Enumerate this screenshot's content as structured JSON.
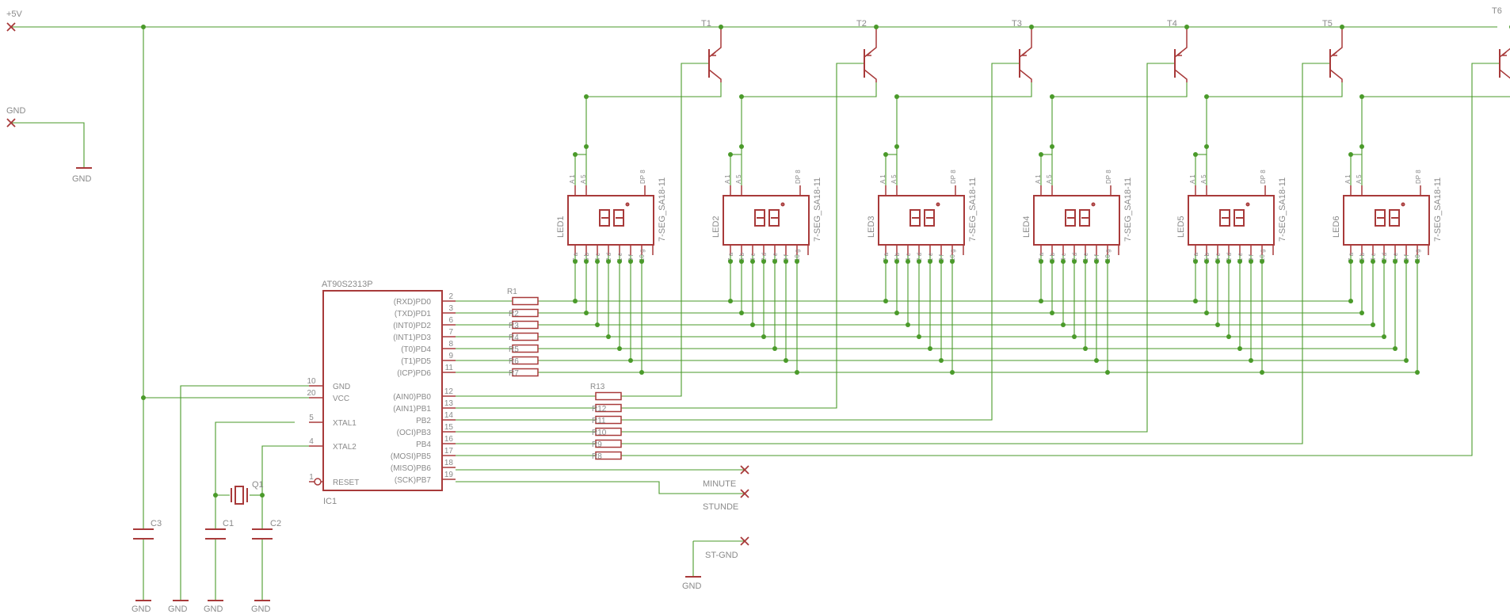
{
  "supply": {
    "vcc_label": "+5V",
    "gnd_label": "GND",
    "st_gnd_label": "ST-GND"
  },
  "mcu": {
    "name": "AT90S2313P",
    "ref": "IC1",
    "pins_right": [
      {
        "num": "2",
        "name": "(RXD)PD0"
      },
      {
        "num": "3",
        "name": "(TXD)PD1"
      },
      {
        "num": "6",
        "name": "(INT0)PD2"
      },
      {
        "num": "7",
        "name": "(INT1)PD3"
      },
      {
        "num": "8",
        "name": "(T0)PD4"
      },
      {
        "num": "9",
        "name": "(T1)PD5"
      },
      {
        "num": "11",
        "name": "(ICP)PD6"
      },
      {
        "num": "12",
        "name": "(AIN0)PB0"
      },
      {
        "num": "13",
        "name": "(AIN1)PB1"
      },
      {
        "num": "14",
        "name": "PB2"
      },
      {
        "num": "15",
        "name": "(OCI)PB3"
      },
      {
        "num": "16",
        "name": "PB4"
      },
      {
        "num": "17",
        "name": "(MOSI)PB5"
      },
      {
        "num": "18",
        "name": "(MISO)PB6"
      },
      {
        "num": "19",
        "name": "(SCK)PB7"
      }
    ],
    "pins_left": [
      {
        "num": "10",
        "name": "GND"
      },
      {
        "num": "20",
        "name": "VCC"
      },
      {
        "num": "5",
        "name": "XTAL1"
      },
      {
        "num": "4",
        "name": "XTAL2"
      },
      {
        "num": "1",
        "name": "RESET"
      }
    ]
  },
  "resistors_segment": [
    "R1",
    "R2",
    "R3",
    "R4",
    "R5",
    "R6",
    "R7"
  ],
  "resistors_digit": [
    "R13",
    "R12",
    "R11",
    "R10",
    "R9",
    "R8"
  ],
  "transistors": [
    "T1",
    "T2",
    "T3",
    "T4",
    "T5",
    "T6"
  ],
  "displays": [
    "LED1",
    "LED2",
    "LED3",
    "LED4",
    "LED5",
    "LED6"
  ],
  "display_value": "7-SEG_SA18-11",
  "display_pins": {
    "top": [
      "A",
      "1",
      "A",
      "5",
      "DP",
      "8"
    ],
    "bottom": [
      "7",
      "a",
      "6",
      "b",
      "4",
      "c",
      "2",
      "d",
      "1",
      "e",
      "9",
      "f",
      "10",
      "g"
    ]
  },
  "capacitors": [
    "C1",
    "C2",
    "C3"
  ],
  "crystal": "Q1",
  "inputs": {
    "minute": "MINUTE",
    "stunde": "STUNDE"
  }
}
